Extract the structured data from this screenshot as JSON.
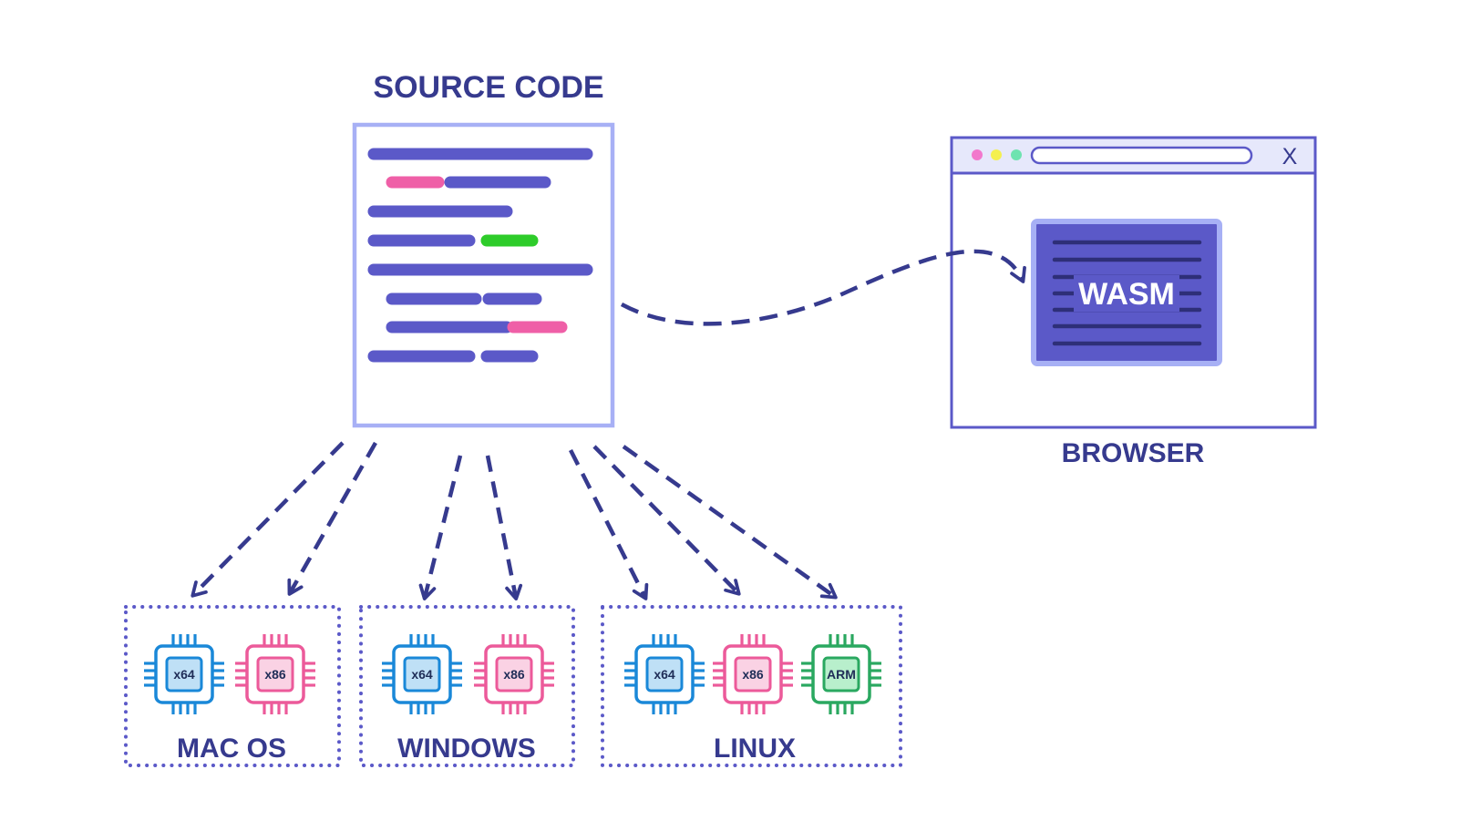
{
  "source": {
    "title": "SOURCE CODE"
  },
  "browser": {
    "label": "BROWSER",
    "close_glyph": "X",
    "dots": [
      "#f278cc",
      "#f4f050",
      "#6ee3b0"
    ],
    "wasm_label": "WASM"
  },
  "platforms": [
    {
      "label": "MAC OS",
      "chips": [
        {
          "label": "x64",
          "color": "#1a88d8",
          "fill": "#bfe0f6"
        },
        {
          "label": "x86",
          "color": "#ec5a9a",
          "fill": "#fad2e4"
        }
      ]
    },
    {
      "label": "WINDOWS",
      "chips": [
        {
          "label": "x64",
          "color": "#1a88d8",
          "fill": "#bfe0f6"
        },
        {
          "label": "x86",
          "color": "#ec5a9a",
          "fill": "#fad2e4"
        }
      ]
    },
    {
      "label": "LINUX",
      "chips": [
        {
          "label": "x64",
          "color": "#1a88d8",
          "fill": "#bfe0f6"
        },
        {
          "label": "x86",
          "color": "#ec5a9a",
          "fill": "#fad2e4"
        },
        {
          "label": "ARM",
          "color": "#2aa860",
          "fill": "#b8efcc"
        }
      ]
    }
  ],
  "colors": {
    "navy": "#363a8e",
    "code_bar": "#5b59c8",
    "accent_pink": "#ef5fa7",
    "accent_green": "#2ecc2a",
    "doc_border": "#a7b0f5",
    "wasm_fill": "#5b59c8",
    "wasm_border": "#a7b0f5",
    "arrow": "#363a8e",
    "dotted_border": "#5b59c8"
  }
}
